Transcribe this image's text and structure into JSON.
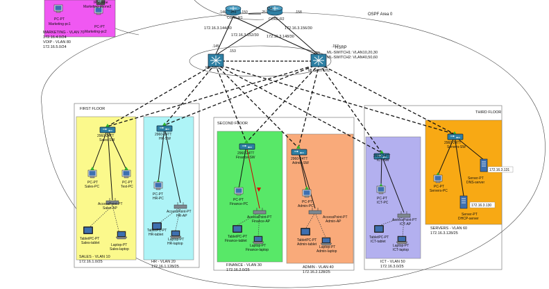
{
  "areas": {
    "ospf": "OSPF Area 0",
    "hsrp_title": "HSRP",
    "hsrp_line1": "ML-SWITCH1: VLAN10,20,30",
    "hsrp_line2": "ML-SWITCH2: VLAN40,50,60"
  },
  "floors": {
    "first": "FIRST FLOOR",
    "second": "SECOND FLOOR",
    "third": "THIRD FLOOR"
  },
  "marketing": {
    "pc1": "PC-PT",
    "pc1_name": "Marketing-pc1",
    "pc2": "PC-PT",
    "pc2_name": "Marketing-pc2",
    "phone_top": "IP Phone",
    "phone_name": "Marketing-phone2",
    "vlan": "MARKETING - VLAN 70",
    "net1": "172.16.4.0/24",
    "voip": "VOIP - VLAN 80",
    "net2": "172.16.5.0/24"
  },
  "routers": {
    "r1_name": "CORE-R1",
    "r2_name": "CORE-R2",
    "r1_port_a": ".146",
    "r1_port_b": ".150",
    "r2_port_a": ".154",
    "r2_port_b": ".158",
    "r2_port_c": ".251",
    "r1_port_c": ".251",
    "net_left": "172.16.3.144/30",
    "net_mid1": "172.16.3.152/30",
    "net_mid2": "172.16.3.148/30",
    "net_right": "172.16.3.156/30"
  },
  "ml_switches": {
    "sw1": "ML-SW1",
    "sw2": "ML-SWITCH2",
    "sw1_port_a": ".145",
    "sw1_port_b": ".153",
    "sw2_port_a": ".149",
    "sw2_port_b": ".157"
  },
  "sales": {
    "switch_model": "2960-24TT",
    "switch_name": "Sales-SW",
    "pc_type": "PC-PT",
    "pc_name": "Sales-PC",
    "pc2_type": "PC-PT",
    "pc2_name": "Test-PC",
    "ap_type": "AccessPoint-PT",
    "ap_name": "Sales-AP",
    "tablet_type": "TabletPC-PT",
    "tablet_name": "Sales-tablet",
    "laptop_type": "Laptop-PT",
    "laptop_name": "Sales-laptop",
    "vlan": "SALES - VLAN 10",
    "net": "172.16.1.0/25"
  },
  "hr": {
    "switch_model": "2960-24TT",
    "switch_name": "HR-SW",
    "pc_type": "PC-PT",
    "pc_name": "HR-PC",
    "ap_type": "AccessPoint-PT",
    "ap_name": "HR-AP",
    "tablet_type": "TabletPC-PT",
    "tablet_name": "HR-tablet",
    "laptop_type": "Laptop-PT",
    "laptop_name": "HR-laptop",
    "vlan": "HR - VLAN 20",
    "net": "172.16.1.128/25"
  },
  "finance": {
    "switch_model": "2960-24TT",
    "switch_name": "Finance-SW",
    "pc_type": "PC-PT",
    "pc_name": "Finance-PC",
    "ap_type": "AccessPoint-PT",
    "ap_name": "Finance-AP",
    "tablet_type": "TabletPC-PT",
    "tablet_name": "Finance-tablet",
    "laptop_type": "Laptop-PT",
    "laptop_name": "Finance-laptop",
    "vlan": "FINANCE - VLAN 30",
    "net": "172.16.2.0/25"
  },
  "admin": {
    "switch_model": "2960-24TT",
    "switch_name": "Admin-SW",
    "pc_type": "PC-PT",
    "pc_name": "Admin-PC",
    "ap_type": "AccessPoint-PT",
    "ap_name": "Admin-AP",
    "tablet_type": "TabletPC-PT",
    "tablet_name": "Admin-tablet",
    "laptop_type": "Laptop-PT",
    "laptop_name": "Admin-laptop",
    "vlan": "ADMIN - VLAN 40",
    "net": "172.16.2.128/25"
  },
  "ict": {
    "switch_model": "2960-24TT",
    "switch_name": "ICT-SW",
    "pc_type": "PC-PT",
    "pc_name": "ICT-PC",
    "ap_type": "AccessPoint-PT",
    "ap_name": "ICT-AP",
    "tablet_type": "TabletPC-PT",
    "tablet_name": "ICT-tablet",
    "laptop_type": "Laptop-PT",
    "laptop_name": "ICT-laptop",
    "vlan": "ICT - VLAN 50",
    "net": "172.16.3.0/25"
  },
  "servers": {
    "switch_model": "2960-24TT",
    "switch_name": "Servers-SW",
    "pc_type": "PC-PT",
    "pc_name": "Servers-PC",
    "dns_type": "Server-PT",
    "dns_name": "DNS-server",
    "dns_ip": "172.16.3.131",
    "dhcp_type": "Server-PT",
    "dhcp_name": "DHCP-server",
    "dhcp_ip": "172.16.3.130",
    "vlan": "SERVERS - VLAN 60",
    "net": "172.16.3.128/25"
  },
  "colors": {
    "sales": "#fbf98c",
    "hr": "#aef4f7",
    "finance": "#58e868",
    "admin": "#f9aa7a",
    "ict": "#b3b0ef",
    "servers": "#f8a914",
    "marketing": "#f058f2",
    "trunk": "#111111",
    "access": "#1a1a1a"
  }
}
